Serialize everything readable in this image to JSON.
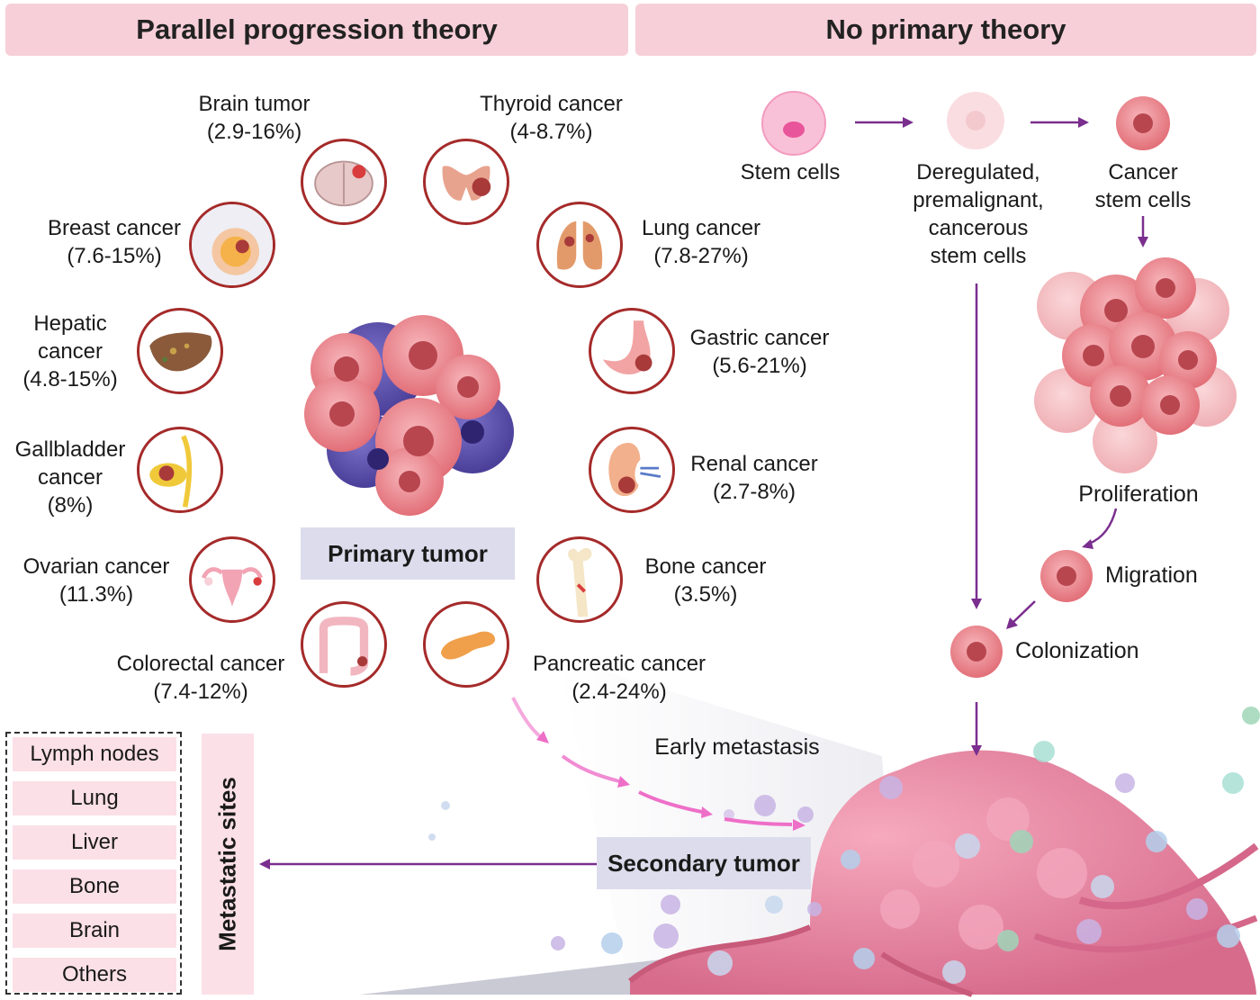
{
  "headers": {
    "left": "Parallel progression theory",
    "right": "No primary theory"
  },
  "organs": {
    "brain": {
      "name": "Brain tumor",
      "range": "(2.9-16%)",
      "icon": "brain-icon"
    },
    "thyroid": {
      "name": "Thyroid cancer",
      "range": "(4-8.7%)",
      "icon": "thyroid-icon"
    },
    "breast": {
      "name": "Breast cancer",
      "range": "(7.6-15%)",
      "icon": "breast-icon"
    },
    "lung": {
      "name": "Lung cancer",
      "range": "(7.8-27%)",
      "icon": "lung-icon"
    },
    "hepatic": {
      "line1": "Hepatic",
      "line2": "cancer",
      "range": "(4.8-15%)",
      "icon": "liver-icon"
    },
    "gastric": {
      "name": "Gastric cancer",
      "range": "(5.6-21%)",
      "icon": "stomach-icon"
    },
    "gallbladder": {
      "line1": "Gallbladder",
      "line2": "cancer",
      "range": "(8%)",
      "icon": "gallbladder-icon"
    },
    "renal": {
      "name": "Renal cancer",
      "range": "(2.7-8%)",
      "icon": "kidney-icon"
    },
    "ovarian": {
      "name": "Ovarian cancer",
      "range": "(11.3%)",
      "icon": "uterus-icon"
    },
    "bone": {
      "name": "Bone cancer",
      "range": "(3.5%)",
      "icon": "bone-icon"
    },
    "colorectal": {
      "name": "Colorectal cancer",
      "range": "(7.4-12%)",
      "icon": "colon-icon"
    },
    "pancreatic": {
      "name": "Pancreatic cancer",
      "range": "(2.4-24%)",
      "icon": "pancreas-icon"
    }
  },
  "primary_tumor": "Primary tumor",
  "secondary_tumor": "Secondary tumor",
  "early_metastasis": "Early metastasis",
  "no_primary": {
    "stem_cells": "Stem cells",
    "dereg": [
      "Deregulated,",
      "premalignant,",
      "cancerous",
      "stem cells"
    ],
    "cancer_stem": [
      "Cancer",
      "stem cells"
    ],
    "proliferation": "Proliferation",
    "migration": "Migration",
    "colonization": "Colonization"
  },
  "metastatic_sites": {
    "title": "Metastatic sites",
    "items": [
      "Lymph nodes",
      "Lung",
      "Liver",
      "Bone",
      "Brain",
      "Others"
    ]
  },
  "colors": {
    "header_bg": "#f7cfd8",
    "organ_ring": "#a52a2a",
    "label_box": "#dcdcec",
    "site_bg": "#fbe0e7",
    "arrow_purple": "#7a2e8e",
    "arrow_pink": "#ee6fc8",
    "tumor_pink": "#e8727a",
    "tumor_blue": "#5a4fa8"
  }
}
